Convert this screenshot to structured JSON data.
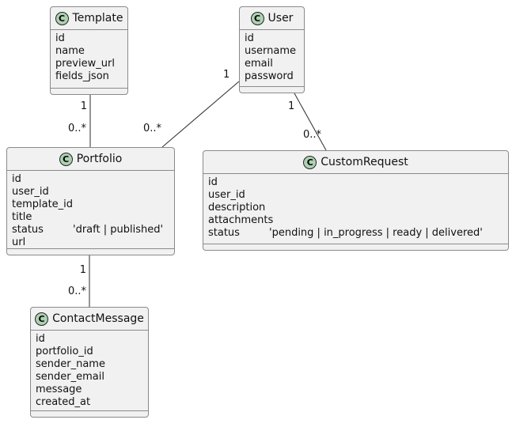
{
  "diagram": {
    "classes": [
      {
        "stereotype": "C",
        "name": "Template",
        "attributes": [
          {
            "name": "id"
          },
          {
            "name": "name"
          },
          {
            "name": "preview_url"
          },
          {
            "name": "fields_json"
          }
        ]
      },
      {
        "stereotype": "C",
        "name": "User",
        "attributes": [
          {
            "name": "id"
          },
          {
            "name": "username"
          },
          {
            "name": "email"
          },
          {
            "name": "password"
          }
        ]
      },
      {
        "stereotype": "C",
        "name": "Portfolio",
        "attributes": [
          {
            "name": "id"
          },
          {
            "name": "user_id"
          },
          {
            "name": "template_id"
          },
          {
            "name": "title"
          },
          {
            "name": "status",
            "type": "'draft | published'"
          },
          {
            "name": "url"
          }
        ]
      },
      {
        "stereotype": "C",
        "name": "CustomRequest",
        "attributes": [
          {
            "name": "id"
          },
          {
            "name": "user_id"
          },
          {
            "name": "description"
          },
          {
            "name": "attachments"
          },
          {
            "name": "status",
            "type": "'pending | in_progress | ready | delivered'"
          }
        ]
      },
      {
        "stereotype": "C",
        "name": "ContactMessage",
        "attributes": [
          {
            "name": "id"
          },
          {
            "name": "portfolio_id"
          },
          {
            "name": "sender_name"
          },
          {
            "name": "sender_email"
          },
          {
            "name": "message"
          },
          {
            "name": "created_at"
          }
        ]
      }
    ],
    "relationships": [
      {
        "from": "Template",
        "to": "Portfolio",
        "from_label": "1",
        "to_label": "0..*"
      },
      {
        "from": "User",
        "to": "Portfolio",
        "from_label": "1",
        "to_label": "0..*"
      },
      {
        "from": "User",
        "to": "CustomRequest",
        "from_label": "1",
        "to_label": "0..*"
      },
      {
        "from": "Portfolio",
        "to": "ContactMessage",
        "from_label": "1",
        "to_label": "0..*"
      }
    ],
    "colors": {
      "class_fill": "#f1f1f1",
      "class_border": "#8a8a8a",
      "circle_fill": "#add1b2",
      "circle_border": "#232323",
      "line": "#2b2b2b",
      "text": "#111111"
    }
  }
}
